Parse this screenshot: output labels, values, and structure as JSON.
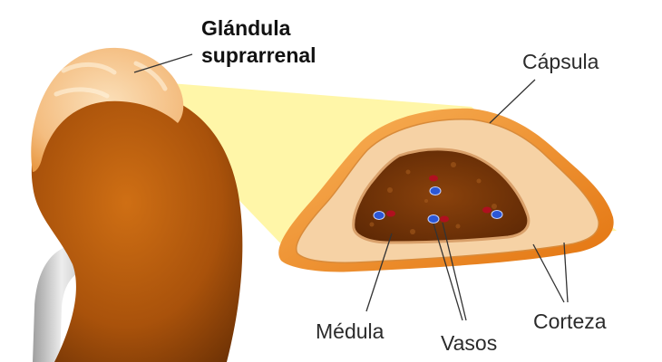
{
  "diagram": {
    "title_line1": "Glándula",
    "title_line2": "suprarrenal",
    "labels": {
      "capsula": "Cápsula",
      "medula": "Médula",
      "vasos": "Vasos",
      "corteza": "Corteza"
    }
  },
  "colors": {
    "kidney": "#b35a0c",
    "gland": "#f5c38a",
    "highlight": "#fff29a",
    "capsule": "#ef8a1c",
    "cortex": "#f7d3a6",
    "medulla": "#7a3608",
    "vessel_blue": "#2b57d6",
    "vessel_red": "#b0101f",
    "ureter": "#cfcfcf"
  }
}
